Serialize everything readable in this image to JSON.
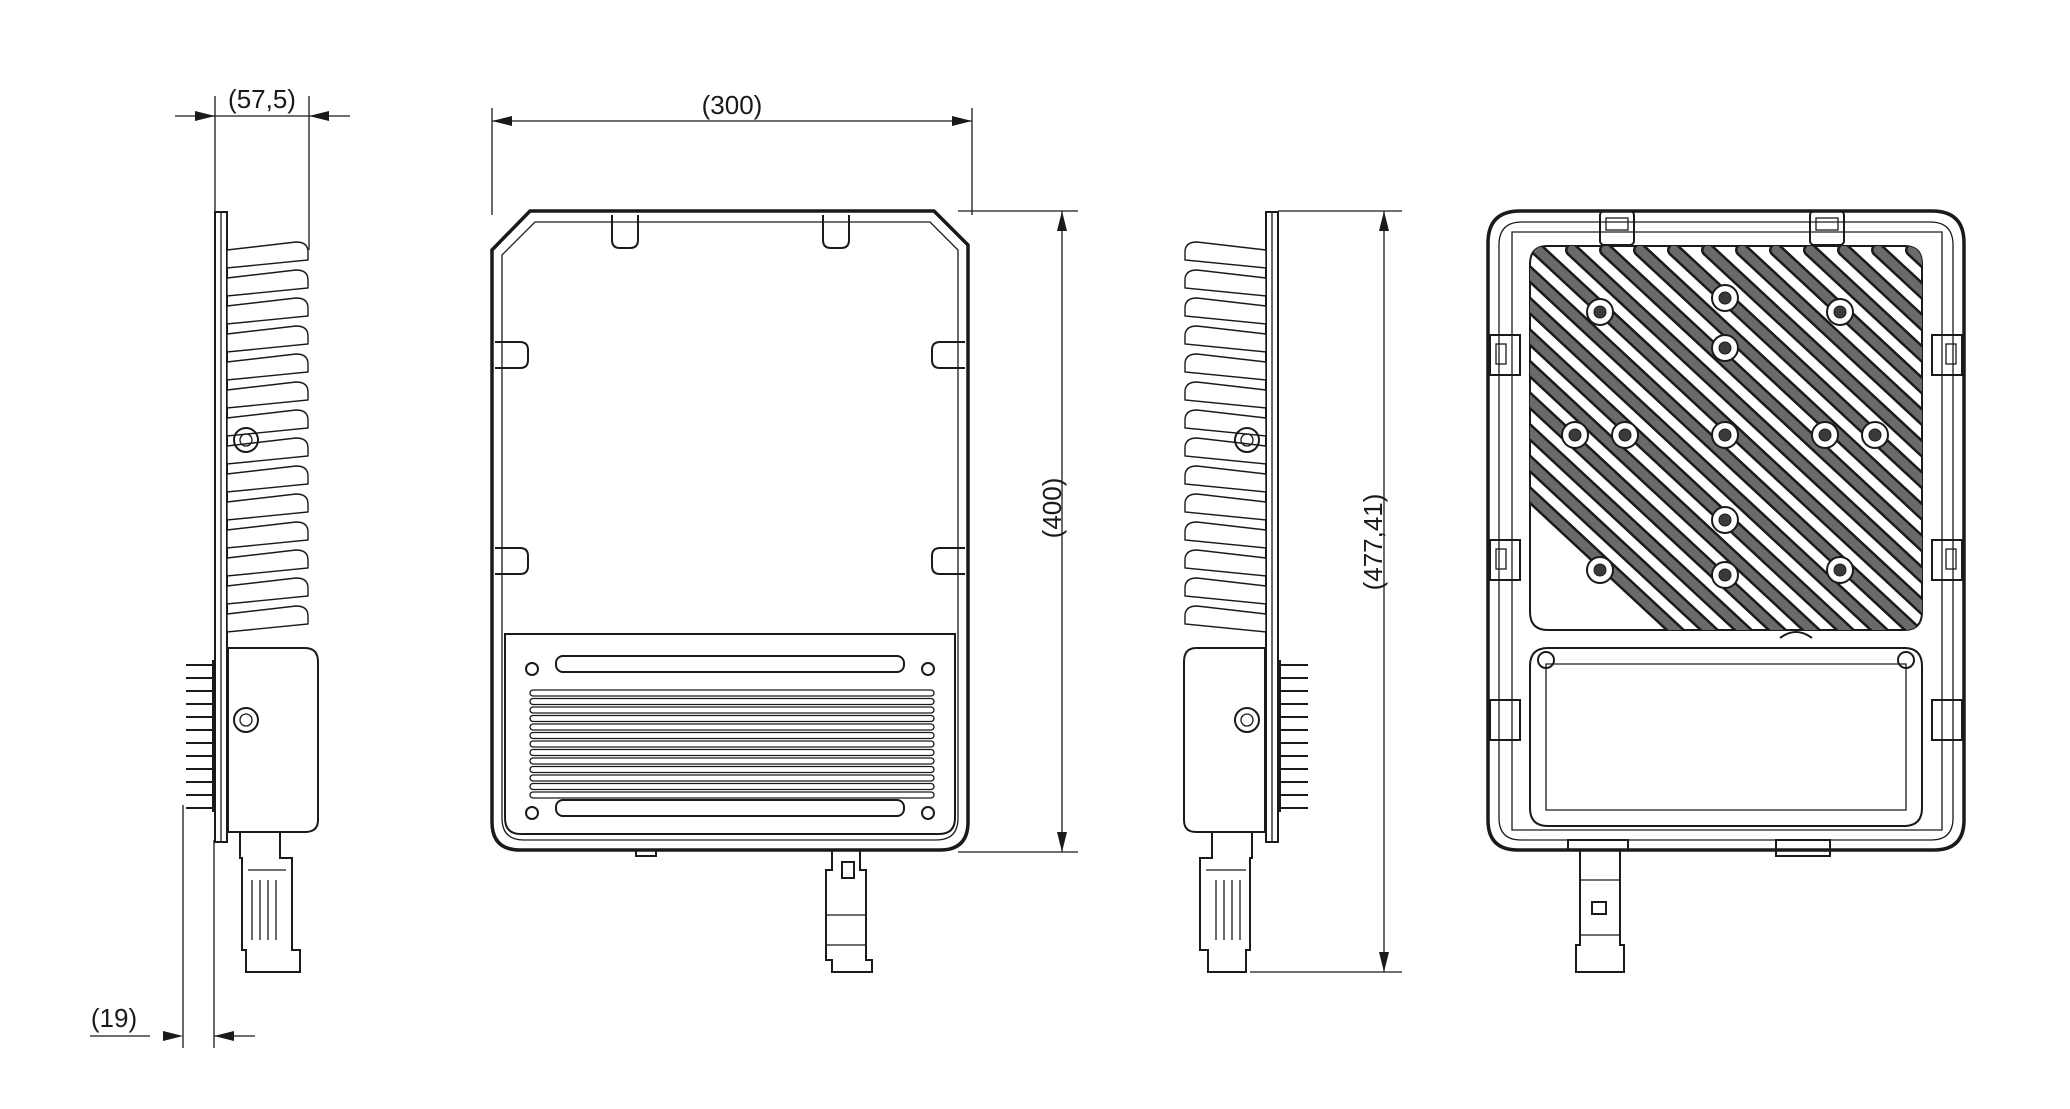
{
  "dimensions": {
    "side_depth": "(57,5)",
    "front_width": "(300)",
    "front_height": "(400)",
    "total_height": "(477,41)",
    "offset": "(19)"
  },
  "colors": {
    "line": "#1a1a1a",
    "background": "#ffffff",
    "fin_fill": "#3a3a3a"
  }
}
